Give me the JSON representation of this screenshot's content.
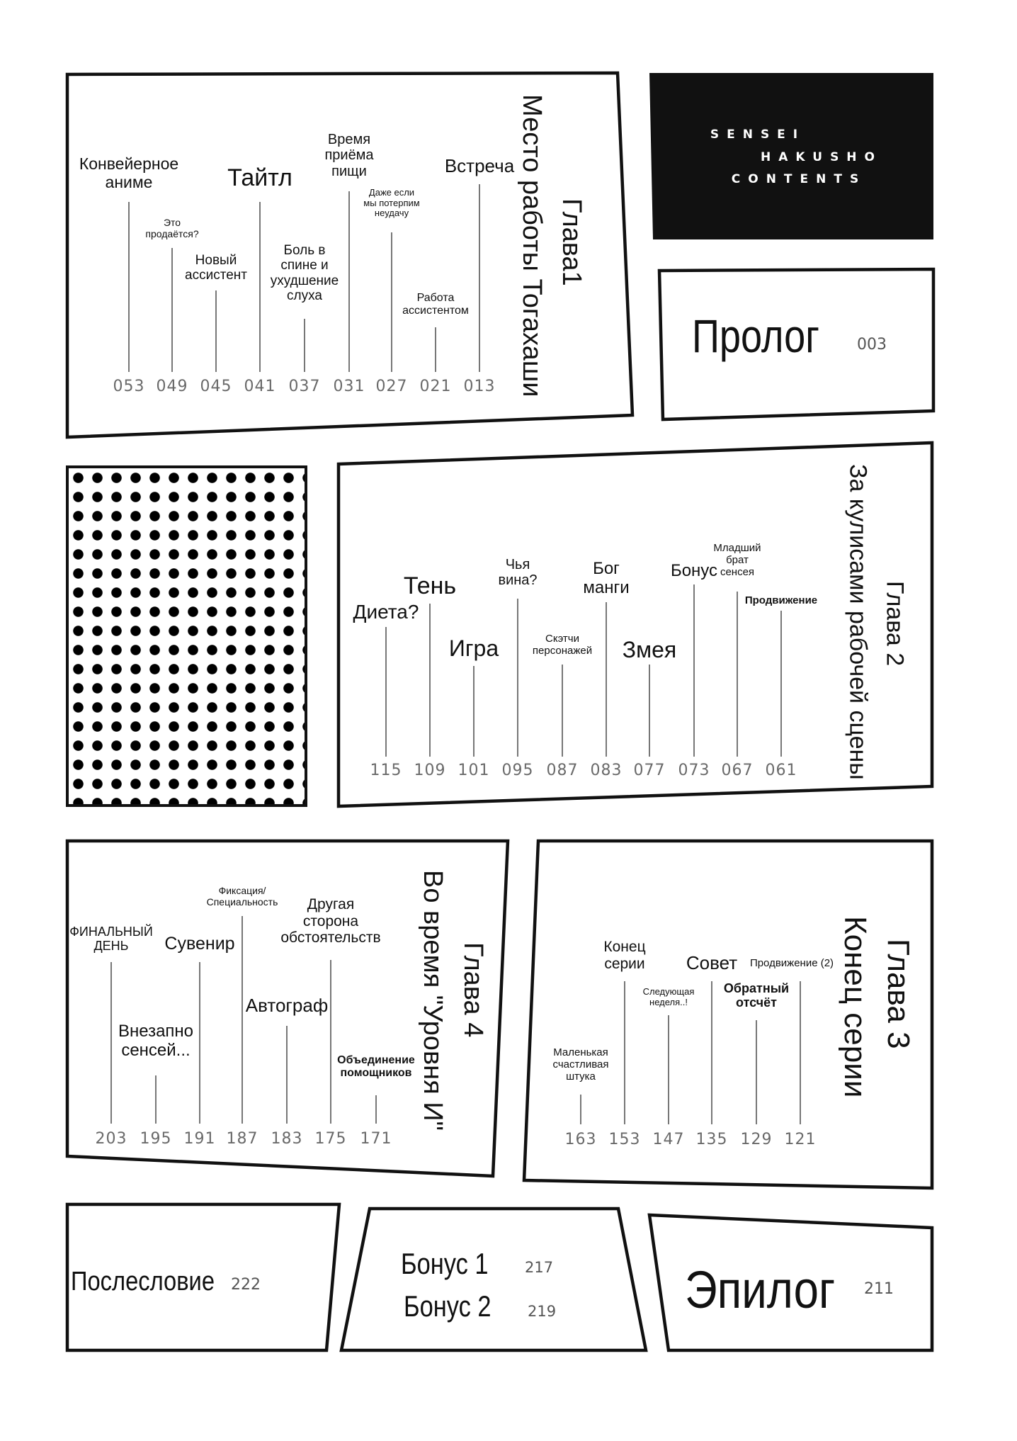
{
  "header": {
    "contents_lines": [
      "SENSEI",
      "HAKUSHO",
      "CONTENTS"
    ]
  },
  "prologue": {
    "label": "Пролог",
    "page": "003"
  },
  "chapter1": {
    "title_line1": "Глава1",
    "title_line2": "Место работы Тогахаши",
    "entries": [
      {
        "label": "Конвейерное\nаниме",
        "page": "053"
      },
      {
        "label": "Это\nпродаётся?",
        "page": "049"
      },
      {
        "label": "Новый\nассистент",
        "page": "045"
      },
      {
        "label": "Тайтл",
        "page": "041"
      },
      {
        "label": "Боль в\nспине и\nухудшение\nслуха",
        "page": "037"
      },
      {
        "label": "Время\nприёма\nпищи",
        "page": "031"
      },
      {
        "label": "Даже если\nмы потерпим\nнеудачу",
        "page": "027"
      },
      {
        "label": "Работа\nассистентом",
        "page": "021"
      },
      {
        "label": "Встреча",
        "page": "013"
      }
    ]
  },
  "chapter2": {
    "title_line1": "Глава 2",
    "title_line2": "За кулисами рабочей сцены",
    "entries": [
      {
        "label": "Диета?",
        "page": "115"
      },
      {
        "label": "Тень",
        "page": "109"
      },
      {
        "label": "Игра",
        "page": "101"
      },
      {
        "label": "Чья\nвина?",
        "page": "095"
      },
      {
        "label": "Скэтчи\nперсонажей",
        "page": "087"
      },
      {
        "label": "Бог\nманги",
        "page": "083"
      },
      {
        "label": "Змея",
        "page": "077"
      },
      {
        "label": "Бонус",
        "page": "073"
      },
      {
        "label": "Младший\nбрат\nсенсея",
        "page": "067"
      },
      {
        "label": "Продвижение",
        "page": "061"
      }
    ]
  },
  "chapter3": {
    "title_line1": "Глава 3",
    "title_line2": "Конец серии",
    "entries": [
      {
        "label": "Маленькая\nсчастливая\nштука",
        "page": "163"
      },
      {
        "label": "Конец\nсерии",
        "page": "153"
      },
      {
        "label": "Следующая\nнеделя..!",
        "page": "147"
      },
      {
        "label": "Совет",
        "page": "135"
      },
      {
        "label": "Обратный\nотсчёт",
        "page": "129"
      },
      {
        "label": "Продвижение (2)",
        "page": "121"
      }
    ]
  },
  "chapter4": {
    "title_line1": "Глава 4",
    "title_line2": "Во время \"Уровня И\"",
    "entries": [
      {
        "label": "ФИНАЛЬНЫЙ\nДЕНЬ",
        "page": "203"
      },
      {
        "label": "Внезапно\nсенсей...",
        "page": "195"
      },
      {
        "label": "Сувенир",
        "page": "191"
      },
      {
        "label": "Фиксация/\nСпециальность",
        "page": "187"
      },
      {
        "label": "Автограф",
        "page": "183"
      },
      {
        "label": "Другая\nсторона\nобстоятельств",
        "page": "175"
      },
      {
        "label": "Объединение\nпомощников",
        "page": "171"
      }
    ]
  },
  "afterword": {
    "label": "Послесловие",
    "page": "222"
  },
  "bonus": {
    "label1": "Бонус 1",
    "page1": "217",
    "label2": "Бонус 2",
    "page2": "219"
  },
  "epilogue": {
    "label": "Эпилог",
    "page": "211"
  }
}
